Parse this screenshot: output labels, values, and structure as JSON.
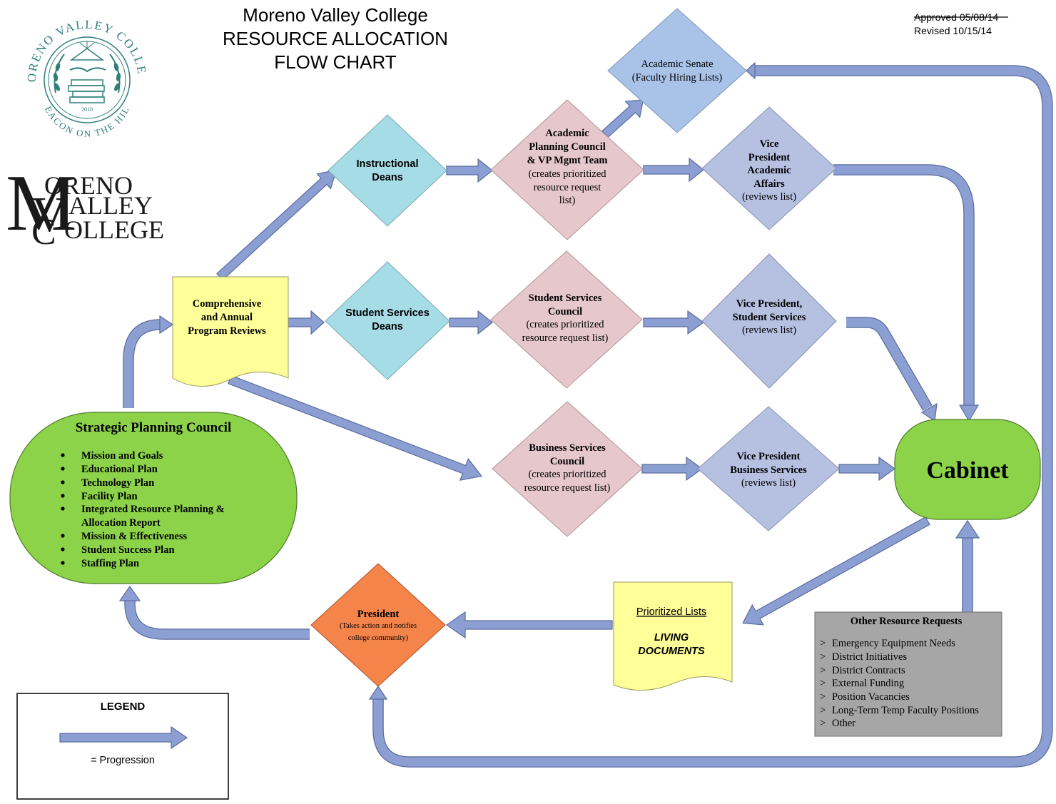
{
  "header": {
    "title_lines": [
      "Moreno Valley College",
      "RESOURCE ALLOCATION",
      "FLOW CHART"
    ],
    "approved_text": "Approved 05/08/14",
    "revised_text": "Revised 10/15/14"
  },
  "logo": {
    "seal_top_text": "MORENO VALLEY COLLEGE",
    "seal_bottom_text": "BEACON ON THE HILL",
    "seal_year": "2010",
    "wordmark_lines": [
      "ORENO",
      "ALLEY",
      "OLLEGE"
    ],
    "wordmark_initials": [
      "M",
      "V",
      "C"
    ]
  },
  "nodes": {
    "program_reviews": {
      "lines": [
        "Comprehensive",
        "and Annual",
        "Program Reviews"
      ]
    },
    "instructional_deans": {
      "lines": [
        "Instructional",
        "Deans"
      ]
    },
    "student_services_deans": {
      "lines": [
        "Student Services",
        "Deans"
      ]
    },
    "academic_planning": {
      "bold_lines": [
        "Academic",
        "Planning Council",
        "& VP Mgmt Team"
      ],
      "lines": [
        "(creates prioritized",
        "resource request",
        "list)"
      ]
    },
    "student_services_council": {
      "bold_lines": [
        "Student Services",
        "Council"
      ],
      "lines": [
        "(creates prioritized",
        "resource request list)"
      ]
    },
    "business_services_council": {
      "bold_lines": [
        "Business Services",
        "Council"
      ],
      "lines": [
        "(creates prioritized",
        "resource request list)"
      ]
    },
    "academic_senate": {
      "lines": [
        "Academic Senate",
        "(Faculty Hiring Lists)"
      ]
    },
    "vp_academic_affairs": {
      "bold_lines": [
        "Vice",
        "President",
        "Academic",
        "Affairs"
      ],
      "lines": [
        "(reviews list)"
      ]
    },
    "vp_student_services": {
      "bold_lines": [
        "Vice President,",
        "Student Services"
      ],
      "lines": [
        "(reviews list)"
      ]
    },
    "vp_business_services": {
      "bold_lines": [
        "Vice President",
        "Business Services"
      ],
      "lines": [
        "(reviews list)"
      ]
    },
    "cabinet": {
      "label": "Cabinet"
    },
    "prioritized_lists": {
      "title": "Prioritized Lists",
      "subtitle_lines": [
        "LIVING",
        "DOCUMENTS"
      ]
    },
    "president": {
      "title": "President",
      "lines": [
        "(Takes action and notifies",
        "college community)"
      ]
    },
    "strategic_planning_council": {
      "title": "Strategic Planning Council",
      "items": [
        [
          "Mission and Goals"
        ],
        [
          "Educational Plan"
        ],
        [
          "Technology Plan"
        ],
        [
          "Facility Plan"
        ],
        [
          "Integrated Resource Planning &",
          "Allocation Report"
        ],
        [
          "Mission & Effectiveness"
        ],
        [
          "Student Success Plan"
        ],
        [
          "Staffing Plan"
        ]
      ]
    },
    "other_resource_requests": {
      "title": "Other Resource Requests",
      "items": [
        "Emergency Equipment Needs",
        "District Initiatives",
        "District Contracts",
        "External Funding",
        "Position Vacancies",
        "Long-Term Temp Faculty Positions",
        "Other"
      ],
      "bullet": ">"
    }
  },
  "legend": {
    "title": "LEGEND",
    "text": "= Progression"
  },
  "colors": {
    "arrow": "#8c9fd2",
    "arrow_edge": "#5b6b9e",
    "instructional_diamond": "#a6dce6",
    "council_diamond": "#e6c8cc",
    "academic_senate": "#a9c3e8",
    "vp_diamond": "#b6c1e2",
    "green": "#8cd34a",
    "yellow": "#ffff99",
    "president": "#f5844b",
    "gray_box": "#a6a6a6",
    "seal": "#2f7f79"
  }
}
